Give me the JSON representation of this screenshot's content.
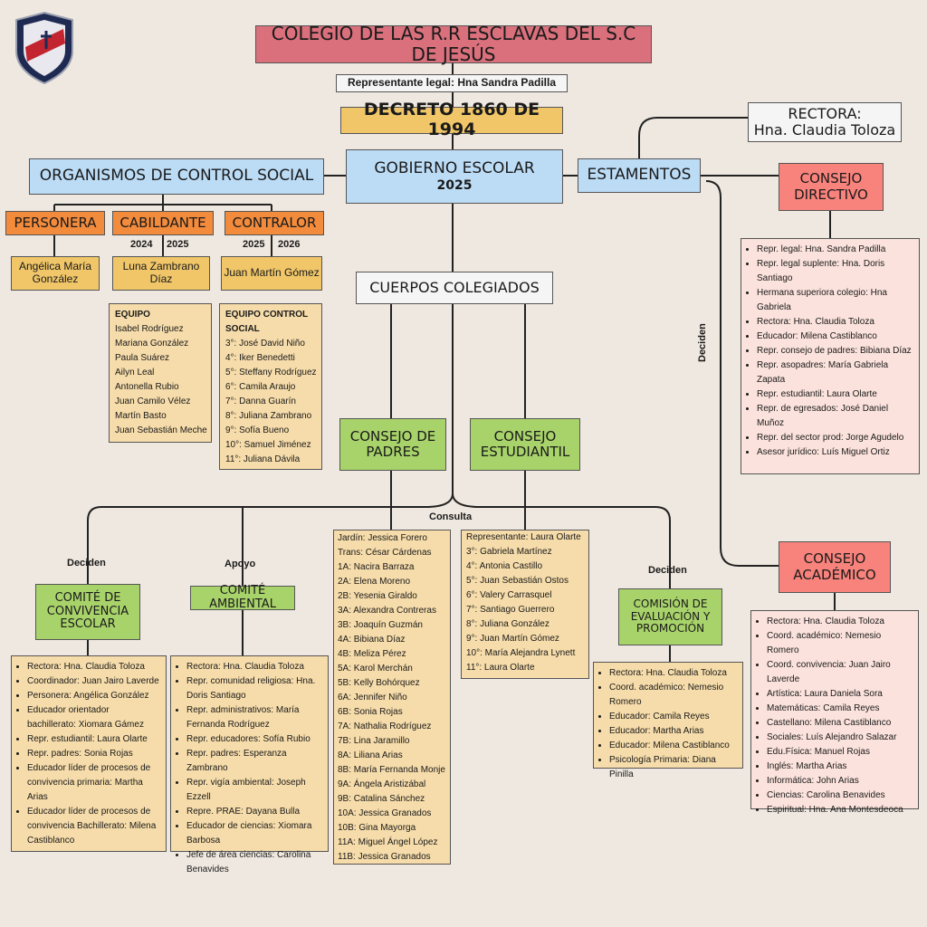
{
  "title": "COLEGIO DE LAS R.R ESCLAVAS DEL S.C DE JESÚS",
  "legal_rep": "Representante legal: Hna Sandra Padilla",
  "decree": "DECRETO 1860 DE 1994",
  "rectora": {
    "line1": "RECTORA:",
    "line2": "Hna. Claudia Toloza"
  },
  "gobierno": {
    "line1": "GOBIERNO ESCOLAR",
    "line2": "2025"
  },
  "organismos": "ORGANISMOS DE CONTROL SOCIAL",
  "estamentos": "ESTAMENTOS",
  "cuerpos": "CUERPOS COLEGIADOS",
  "personera": {
    "label": "PERSONERA",
    "name": "Angélica María González"
  },
  "cabildante": {
    "label": "CABILDANTE",
    "years": [
      "2024",
      "2025"
    ],
    "name": "Luna Zambrano Díaz",
    "team_title": "EQUIPO",
    "team": [
      "Isabel Rodríguez",
      "Mariana González",
      "Paula Suárez",
      "Ailyn Leal",
      "Antonella Rubio",
      "Juan Camilo Vélez",
      "Martín Basto",
      "Juan Sebastián Meche"
    ]
  },
  "contralor": {
    "label": "CONTRALOR",
    "years": [
      "2025",
      "2026"
    ],
    "name": "Juan Martín Gómez",
    "team_title": "EQUIPO CONTROL SOCIAL",
    "team": [
      "3°: José David Niño",
      "4°: Iker Benedetti",
      "5°: Steffany Rodríguez",
      "6°: Camila Araujo",
      "7°: Danna Guarín",
      "8°: Juliana Zambrano",
      "9°: Sofía Bueno",
      "10°: Samuel Jiménez",
      "11°: Juliana Dávila"
    ]
  },
  "consejo_directivo": {
    "label": "CONSEJO DIRECTIVO",
    "members": [
      "Repr. legal: Hna. Sandra Padilla",
      "Repr. legal suplente: Hna. Doris Santiago",
      "Hermana superiora colegio: Hna Gabriela",
      "Rectora: Hna. Claudia Toloza",
      "Educador: Milena Castiblanco",
      "Repr. consejo de padres: Bibiana Díaz",
      "Repr. asopadres: María Gabriela Zapata",
      "Repr. estudiantil: Laura Olarte",
      "Repr. de egresados: José Daniel Muñoz",
      "Repr. del sector prod: Jorge Agudelo",
      "Asesor jurídico: Luís Miguel Ortiz"
    ]
  },
  "consejo_academico": {
    "label": "CONSEJO ACADÉMICO",
    "members": [
      "Rectora: Hna. Claudia Toloza",
      "Coord. académico: Nemesio Romero",
      "Coord. convivencia: Juan Jairo Laverde",
      "Artística: Laura Daniela Sora",
      "Matemáticas: Camila Reyes",
      "Castellano: Milena Castiblanco",
      "Sociales: Luís Alejandro Salazar",
      "Edu.Física: Manuel Rojas",
      "Inglés: Martha Arias",
      "Informática: John Arias",
      "Ciencias: Carolina Benavides",
      "Espiritual: Hna. Ana Montesdeoca"
    ]
  },
  "consejo_padres": {
    "label": "CONSEJO DE PADRES",
    "members": [
      "Jardín: Jessica Forero",
      "Trans: César Cárdenas",
      "1A: Nacira Barraza",
      "2A: Elena Moreno",
      "2B: Yesenia Giraldo",
      "3A: Alexandra Contreras",
      "3B: Joaquín Guzmán",
      "4A: Bibiana Díaz",
      "4B: Meliza Pérez",
      "5A: Karol Merchán",
      "5B: Kelly Bohórquez",
      "6A: Jennifer Niño",
      "6B: Sonia Rojas",
      "7A: Nathalia Rodríguez",
      "7B: Lina Jaramillo",
      "8A: Liliana Arias",
      "8B: María Fernanda Monje",
      "9A: Ángela Aristizábal",
      "9B: Catalina Sánchez",
      "10A: Jessica Granados",
      "10B: Gina Mayorga",
      "11A: Miguel Ángel López",
      "11B: Jessica Granados"
    ]
  },
  "consejo_estudiantil": {
    "label": "CONSEJO ESTUDIANTIL",
    "members": [
      "Representante: Laura Olarte",
      "3°: Gabriela Martínez",
      "4°: Antonia Castillo",
      "5°: Juan Sebastián Ostos",
      "6°: Valery Carrasquel",
      "7°: Santiago Guerrero",
      "8°: Juliana González",
      "9°: Juan Martín Gómez",
      "10°: María Alejandra Lynett",
      "11°: Laura Olarte"
    ]
  },
  "comite_convivencia": {
    "label": "COMITÉ DE CONVIVENCIA ESCOLAR",
    "members": [
      "Rectora: Hna. Claudia Toloza",
      "Coordinador: Juan Jairo Laverde",
      "Personera: Angélica González",
      "Educador orientador bachillerato: Xiomara Gámez",
      "Repr. estudiantil: Laura Olarte",
      "Repr. padres: Sonia Rojas",
      "Educador líder de procesos de convivencia primaria: Martha Arias",
      "Educador líder de procesos de convivencia Bachillerato: Milena Castiblanco"
    ]
  },
  "comite_ambiental": {
    "label": "COMITÉ AMBIENTAL",
    "members": [
      "Rectora: Hna. Claudia Toloza",
      "Repr. comunidad religiosa: Hna. Doris Santiago",
      "Repr. administrativos: María Fernanda Rodríguez",
      "Repr. educadores: Sofía Rubio",
      "Repr. padres: Esperanza Zambrano",
      "Repr. vigía ambiental: Joseph Ezzell",
      "Repre. PRAE: Dayana Bulla",
      "Educador de ciencias: Xiomara Barbosa",
      "Jefe de área ciencias: Carolina Benavides"
    ]
  },
  "comision_evaluacion": {
    "label": "COMISIÓN DE EVALUACIÓN Y PROMOCIÓN",
    "members": [
      "Rectora: Hna. Claudia Toloza",
      "Coord. académico: Nemesio Romero",
      "Educador: Camila Reyes",
      "Educador: Martha Arias",
      "Educador: Milena Castiblanco",
      "Psicología Primaria: Diana Pinilla"
    ]
  },
  "labels": {
    "deciden": "Deciden",
    "apoyo": "Apoyo",
    "consulta": "Consulta"
  },
  "colors": {
    "title": "#d9707c",
    "blue": "#bcdcf6",
    "orange": "#f28b3c",
    "tan": "#f0c669",
    "green": "#a8d36a",
    "red": "#f8837c"
  }
}
